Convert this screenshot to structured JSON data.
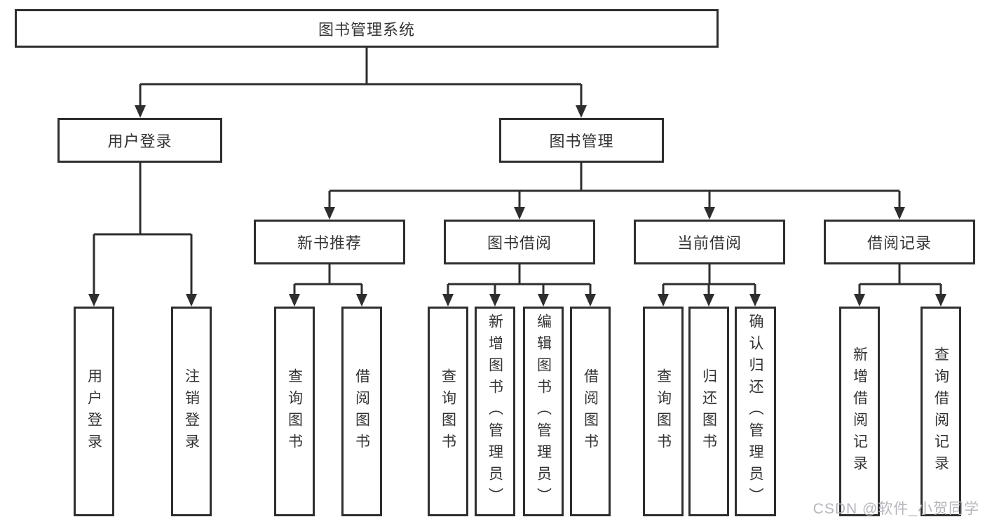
{
  "diagram": {
    "root": {
      "label": "图书管理系统",
      "children": [
        {
          "label": "用户登录",
          "children": [
            {
              "label": "用户登录"
            },
            {
              "label": "注销登录"
            }
          ]
        },
        {
          "label": "图书管理",
          "children": [
            {
              "label": "新书推荐",
              "children": [
                {
                  "label": "查询图书"
                },
                {
                  "label": "借阅图书"
                }
              ]
            },
            {
              "label": "图书借阅",
              "children": [
                {
                  "label": "查询图书"
                },
                {
                  "label": "新增图书（管理员）"
                },
                {
                  "label": "编辑图书（管理员）"
                },
                {
                  "label": "借阅图书"
                }
              ]
            },
            {
              "label": "当前借阅",
              "children": [
                {
                  "label": "查询图书"
                },
                {
                  "label": "归还图书"
                },
                {
                  "label": "确认归还（管理员）"
                }
              ]
            },
            {
              "label": "借阅记录",
              "children": [
                {
                  "label": "新增借阅记录"
                },
                {
                  "label": "查询借阅记录"
                }
              ]
            }
          ]
        }
      ]
    },
    "colors": {
      "line": "#2e2e2e",
      "box_border": "#2e2e2e",
      "text": "#333333",
      "background": "#ffffff",
      "watermark": "#b5b5bd"
    }
  },
  "watermark": {
    "text": "CSDN @软件_小贺同学"
  }
}
